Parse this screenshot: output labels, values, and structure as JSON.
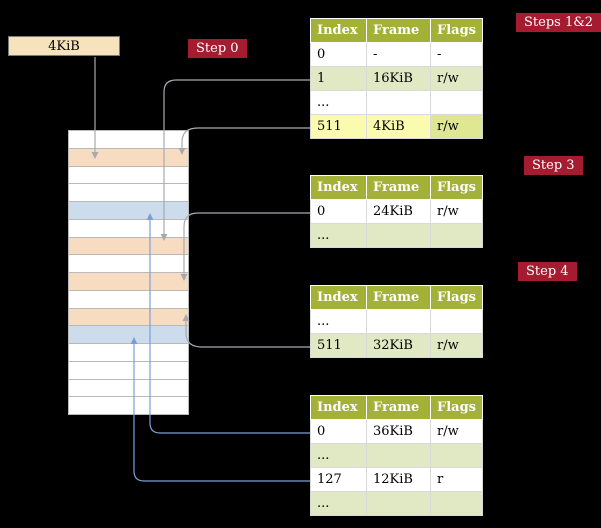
{
  "palette": {
    "background": "#000000",
    "table_header_bg": "#a3b236",
    "row_alt_bg": "#e0e9c4",
    "highlight_bg": "#fbfbb0",
    "highlight_flags_bg": "#dfe793",
    "badge_bg": "#a51c30",
    "pointer_box_bg": "#f6e3bd",
    "memory_pagetable_cell_bg": "#f8dcc2",
    "memory_data_cell_bg": "#ccdcec",
    "arrow_gray": "#a6abb0",
    "arrow_blue": "#7b9fd4"
  },
  "pointer_box": {
    "label": "4KiB"
  },
  "step_badges": [
    {
      "label": "Step 0"
    },
    {
      "label": "Steps 1&2"
    },
    {
      "label": "Step 3"
    },
    {
      "label": "Step 4"
    }
  ],
  "table_headers": [
    "Index",
    "Frame",
    "Flags"
  ],
  "tables": [
    {
      "rows": [
        {
          "cells": [
            "0",
            "-",
            "-"
          ]
        },
        {
          "cells": [
            "1",
            "16KiB",
            "r/w"
          ]
        },
        {
          "cells": [
            "...",
            "",
            ""
          ]
        },
        {
          "cells": [
            "511",
            "4KiB",
            "r/w"
          ]
        }
      ]
    },
    {
      "rows": [
        {
          "cells": [
            "0",
            "24KiB",
            "r/w"
          ]
        },
        {
          "cells": [
            "...",
            "",
            ""
          ]
        }
      ]
    },
    {
      "rows": [
        {
          "cells": [
            "...",
            "",
            ""
          ]
        },
        {
          "cells": [
            "511",
            "32KiB",
            "r/w"
          ]
        }
      ]
    },
    {
      "rows": [
        {
          "cells": [
            "0",
            "36KiB",
            "r/w"
          ]
        },
        {
          "cells": [
            "...",
            "",
            ""
          ]
        },
        {
          "cells": [
            "127",
            "12KiB",
            "r"
          ]
        },
        {
          "cells": [
            "...",
            "",
            ""
          ]
        }
      ]
    }
  ],
  "memory": {
    "cells": [
      "plain",
      "table",
      "plain",
      "plain",
      "data",
      "plain",
      "table",
      "plain",
      "table",
      "plain",
      "table",
      "data",
      "plain",
      "plain",
      "plain",
      "plain"
    ]
  }
}
